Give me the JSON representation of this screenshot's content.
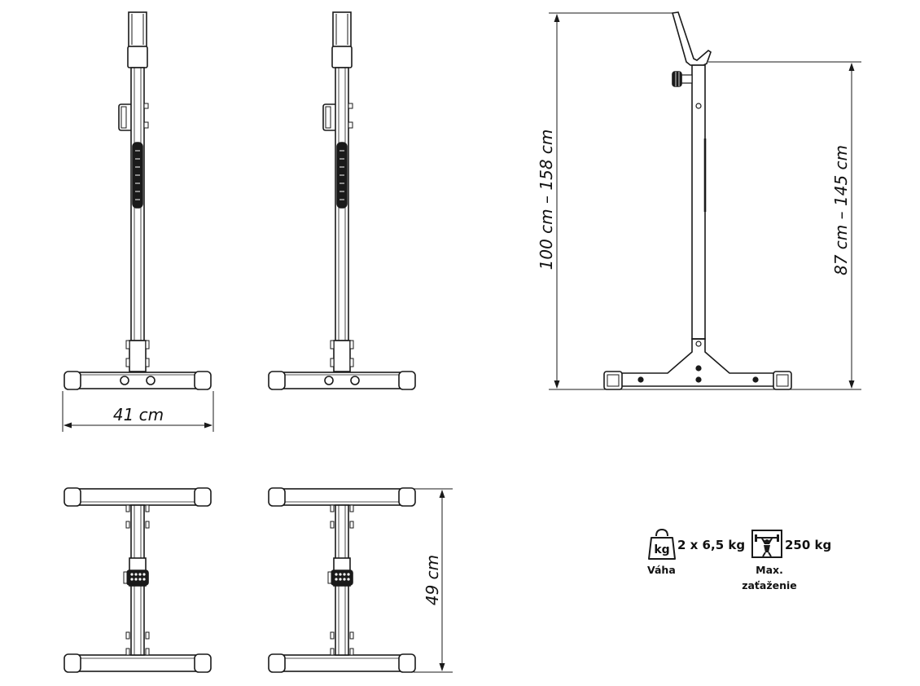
{
  "dimensions": {
    "width_front": "41 cm",
    "total_height": "100 cm – 158 cm",
    "support_height": "87 cm – 145 cm",
    "depth_top": "49 cm"
  },
  "specs": {
    "weight_icon_label": "kg",
    "weight_value": "2 x 6,5 kg",
    "weight_caption": "Váha",
    "load_value": "250 kg",
    "load_caption_line1": "Max.",
    "load_caption_line2": "zaťaženie"
  },
  "icons": {
    "weight": "kettlebell-weight-icon",
    "load": "weightlifter-max-load-icon"
  },
  "colors": {
    "line": "#1a1a1a",
    "background": "#ffffff"
  }
}
